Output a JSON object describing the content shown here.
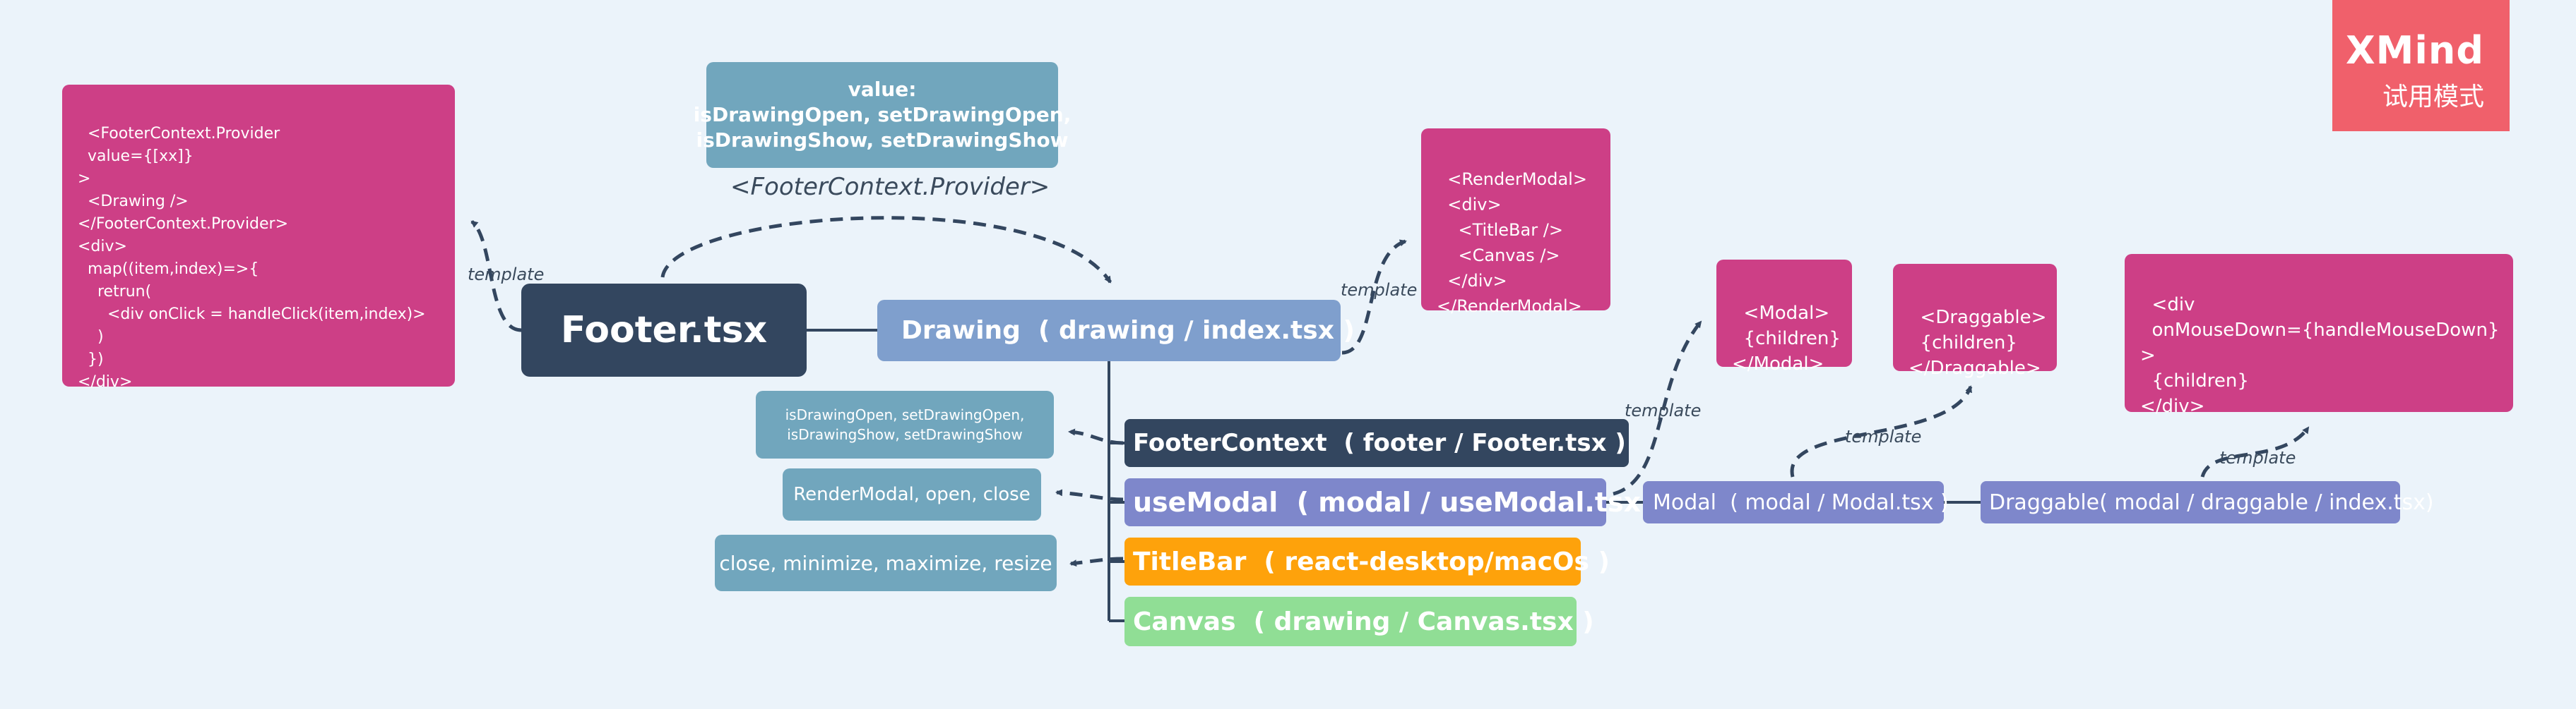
{
  "root": {
    "label": "Footer.tsx"
  },
  "provider_value": {
    "lines": "value:\nisDrawingOpen, setDrawingOpen,\nisDrawingShow, setDrawingShow"
  },
  "provider_label": "<FooterContext.Provider>",
  "footer_template_code": "<FooterContext.Provider\n  value={[xx]}\n>\n  <Drawing />\n</FooterContext.Provider>\n<div>\n  map((item,index)=>{\n    retrun(\n      <div onClick = handleClick(item,index)>\n    )\n  })\n</div>",
  "drawing": {
    "label": "Drawing  ( drawing / index.tsx )"
  },
  "render_modal_code": "<RenderModal>\n  <div>\n    <TitleBar />\n    <Canvas />\n  </div>\n</RenderModal>",
  "children": [
    {
      "label": "FooterContext  ( footer / Footer.tsx )",
      "note": "isDrawingOpen, setDrawingOpen,\nisDrawingShow, setDrawingShow"
    },
    {
      "label": "useModal  ( modal / useModal.tsx )",
      "note": "RenderModal, open, close"
    },
    {
      "label": "TitleBar  ( react-desktop/macOs )",
      "note": "close, minimize, maximize, resize"
    },
    {
      "label": "Canvas  ( drawing / Canvas.tsx )"
    }
  ],
  "modal": {
    "label": "Modal  ( modal / Modal.tsx )",
    "code": "<Modal>\n  {children}\n</Modal>"
  },
  "draggable": {
    "label": "Draggable( modal / draggable / index.tsx)",
    "code": "<Draggable>\n  {children}\n</Draggable>"
  },
  "div_code": "<div\n  onMouseDown={handleMouseDown}\n>\n  {children}\n</div>",
  "template_label": "template",
  "watermark": {
    "title": "XMind",
    "subtitle": "试用模式"
  },
  "colors": {
    "pink": "#cd3f86",
    "teal": "#71a6bd",
    "navy": "#33465f",
    "steel": "#7f9fcd",
    "purple": "#7e87cb",
    "orange": "#fea20b",
    "green": "#90de95",
    "background": "#ebf3fa",
    "line": "#33465f"
  }
}
